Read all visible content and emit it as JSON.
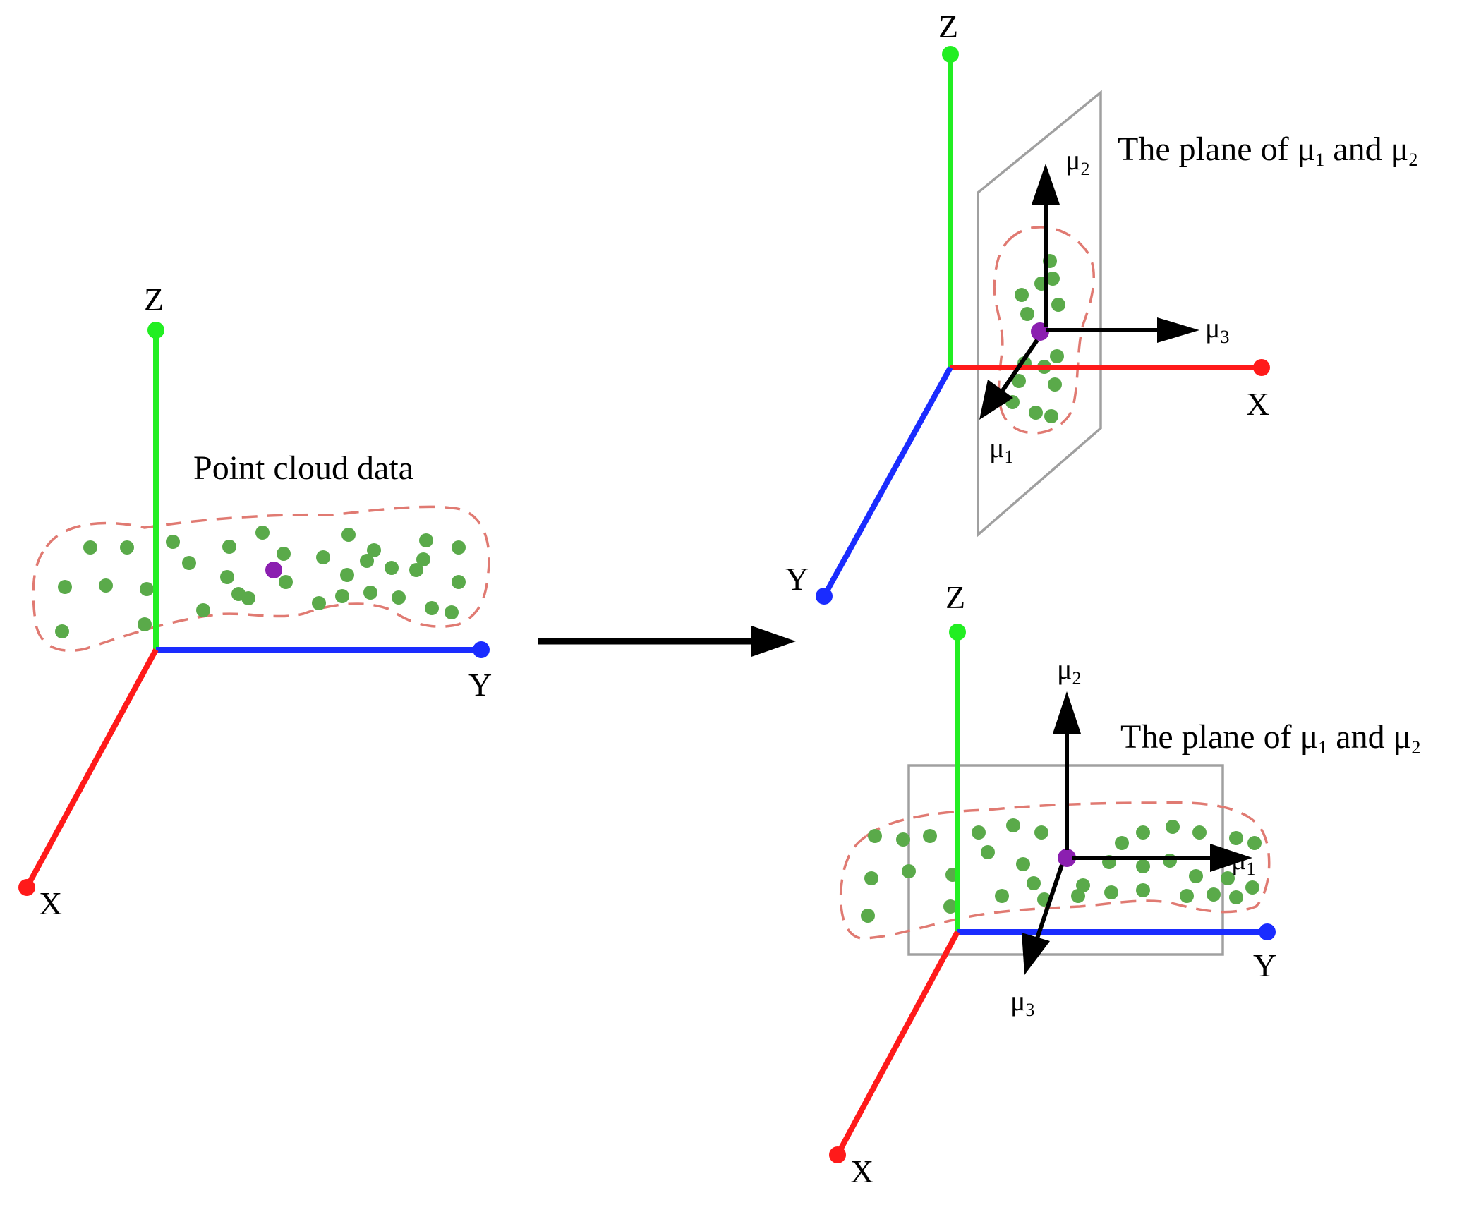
{
  "colors": {
    "x_axis": "#ff1a1a",
    "y_axis": "#1a2cff",
    "z_axis": "#22ee22",
    "points": "#5aaa4a",
    "centroid": "#8b1fb0",
    "outline": "#e07a72",
    "plane": "#a0a0a0",
    "vectors": "#000000"
  },
  "left_panel": {
    "caption": "Point cloud data",
    "axes": {
      "x": "X",
      "y": "Y",
      "z": "Z"
    }
  },
  "top_right_panel": {
    "caption_prefix": "The plane of ",
    "caption_mu1": "μ",
    "caption_mu1_sub": "1",
    "caption_and": " and  ",
    "caption_mu2": "μ",
    "caption_mu2_sub": "2",
    "axes": {
      "x": "X",
      "y": "Y",
      "z": "Z"
    },
    "vectors": [
      {
        "symbol": "μ",
        "sub": "2"
      },
      {
        "symbol": "μ",
        "sub": "3"
      },
      {
        "symbol": "μ",
        "sub": "1"
      }
    ]
  },
  "bottom_right_panel": {
    "caption_prefix": "The plane of ",
    "caption_mu1": "μ",
    "caption_mu1_sub": "1",
    "caption_and": " and  ",
    "caption_mu2": "μ",
    "caption_mu2_sub": "2",
    "axes": {
      "x": "X",
      "y": "Y",
      "z": "Z"
    },
    "vectors": [
      {
        "symbol": "μ",
        "sub": "2"
      },
      {
        "symbol": "μ",
        "sub": "1"
      },
      {
        "symbol": "μ",
        "sub": "3"
      }
    ]
  }
}
